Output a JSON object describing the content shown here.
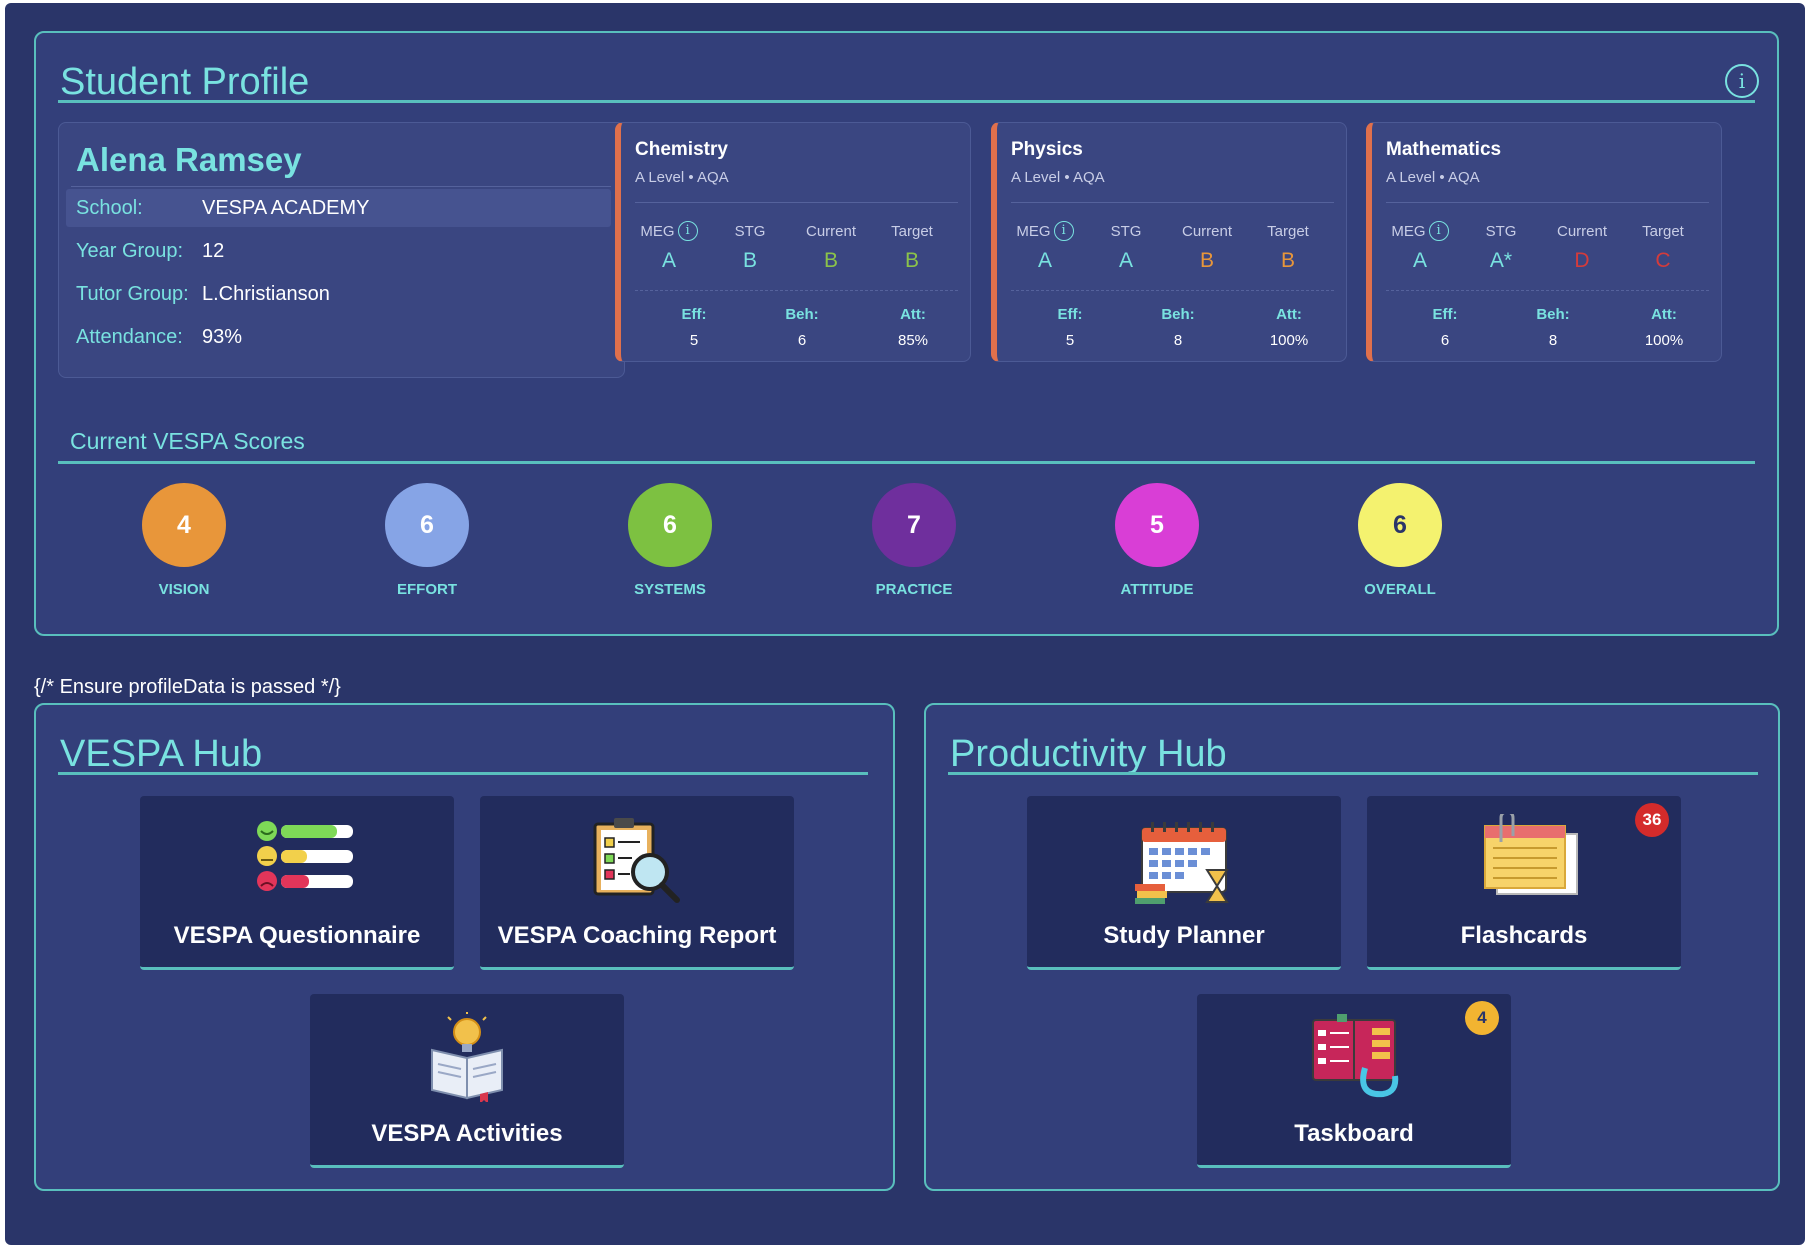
{
  "profile": {
    "title": "Student Profile",
    "info_button": "i",
    "student": {
      "name": "Alena Ramsey",
      "rows": [
        {
          "label": "School:",
          "value": "VESPA ACADEMY"
        },
        {
          "label": "Year Group:",
          "value": "12"
        },
        {
          "label": "Tutor Group:",
          "value": "L.Christianson"
        },
        {
          "label": "Attendance:",
          "value": "93%"
        }
      ]
    },
    "grade_headers": {
      "meg": "MEG",
      "stg": "STG",
      "current": "Current",
      "target": "Target",
      "meg_info": "i"
    },
    "metric_headers": {
      "eff": "Eff:",
      "beh": "Beh:",
      "att": "Att:"
    },
    "subjects": [
      {
        "name": "Chemistry",
        "level": "A Level • AQA",
        "meg": "A",
        "stg": "B",
        "current": "B",
        "target": "B",
        "current_color": "#8bc34a",
        "target_color": "#8bc34a",
        "eff": "5",
        "beh": "6",
        "att": "85%"
      },
      {
        "name": "Physics",
        "level": "A Level • AQA",
        "meg": "A",
        "stg": "A",
        "current": "B",
        "target": "B",
        "current_color": "#e8963a",
        "target_color": "#e8963a",
        "eff": "5",
        "beh": "8",
        "att": "100%"
      },
      {
        "name": "Mathematics",
        "level": "A Level • AQA",
        "meg": "A",
        "stg": "A*",
        "current": "D",
        "target": "C",
        "current_color": "#d43b3b",
        "target_color": "#d43b3b",
        "eff": "6",
        "beh": "8",
        "att": "100%"
      }
    ],
    "vespa_scores_title": "Current VESPA Scores",
    "scores": [
      {
        "label": "VISION",
        "value": "4",
        "color": "#e8963a",
        "text_color": "#ffffff"
      },
      {
        "label": "EFFORT",
        "value": "6",
        "color": "#86a4e6",
        "text_color": "#ffffff"
      },
      {
        "label": "SYSTEMS",
        "value": "6",
        "color": "#7dc141",
        "text_color": "#ffffff"
      },
      {
        "label": "PRACTICE",
        "value": "7",
        "color": "#6f2f9d",
        "text_color": "#ffffff"
      },
      {
        "label": "ATTITUDE",
        "value": "5",
        "color": "#d93ed6",
        "text_color": "#ffffff"
      },
      {
        "label": "OVERALL",
        "value": "6",
        "color": "#f4f26f",
        "text_color": "#2a3569"
      }
    ]
  },
  "code_comment": "{/* Ensure profileData is passed */}",
  "vespa_hub": {
    "title": "VESPA Hub",
    "tiles": [
      {
        "label": "VESPA Questionnaire",
        "icon": "questionnaire-icon"
      },
      {
        "label": "VESPA Coaching Report",
        "icon": "coaching-report-icon"
      },
      {
        "label": "VESPA Activities",
        "icon": "activities-book-icon"
      }
    ]
  },
  "productivity_hub": {
    "title": "Productivity Hub",
    "tiles": [
      {
        "label": "Study Planner",
        "icon": "calendar-icon",
        "badge": ""
      },
      {
        "label": "Flashcards",
        "icon": "flashcards-icon",
        "badge": "36",
        "badge_color": "#d42b2b"
      },
      {
        "label": "Taskboard",
        "icon": "taskboard-icon",
        "badge": "4",
        "badge_color": "#f2b431"
      }
    ]
  },
  "colors": {
    "accent": "#79e2e0",
    "border": "#59bfbd",
    "background": "#2a3569",
    "panel": "#333f7a",
    "subject_accent": "#e0704c"
  }
}
